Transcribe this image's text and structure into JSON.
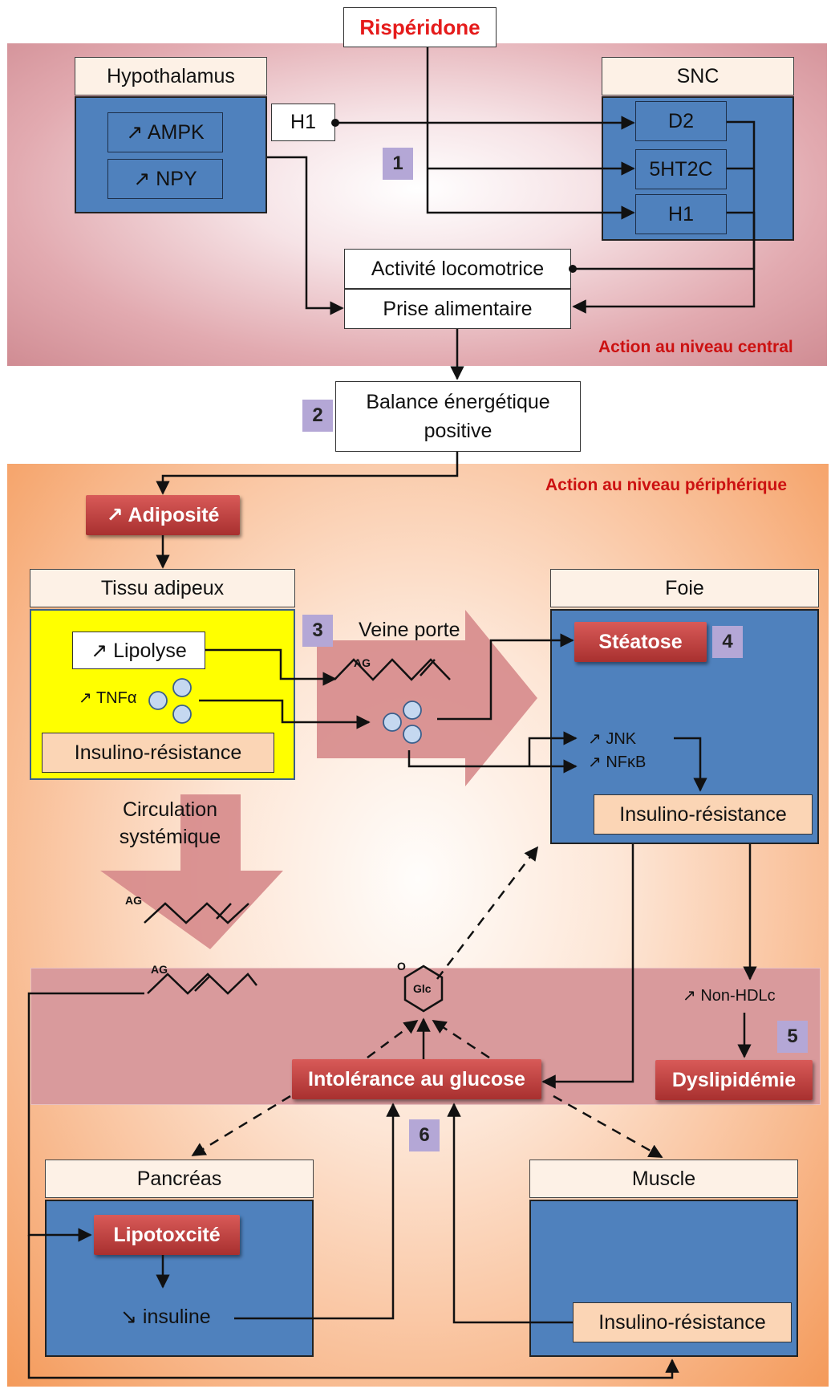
{
  "title": "Rispéridone",
  "regions": {
    "central": "Action au niveau central",
    "peripheral": "Action au niveau périphérique"
  },
  "central": {
    "hypothalamus": "Hypothalamus",
    "ampk": "↗ AMPK",
    "npy": "↗ NPY",
    "h1_left": "H1",
    "snc": "SNC",
    "d2": "D2",
    "ht2c": "5HT2C",
    "h1_right": "H1",
    "activity": "Activité locomotrice",
    "food_intake": "Prise alimentaire"
  },
  "balance": {
    "line1": "Balance énergétique",
    "line2": "positive"
  },
  "peripheral": {
    "adiposity": "↗ Adiposité",
    "adipose_tissue": "Tissu adipeux",
    "lipolysis": "↗ Lipolyse",
    "tnfa": "↗ TNFα",
    "insulin_resistance_adipose": "Insulino-résistance",
    "portal_vein": "Veine porte",
    "fatty_acid": "AG",
    "liver": "Foie",
    "steatosis": "Stéatose",
    "jnk": "↗ JNK",
    "nfkb": "↗ NFκB",
    "insulin_resistance_liver": "Insulino-résistance",
    "systemic_line1": "Circulation",
    "systemic_line2": "systémique",
    "glc_o": "O",
    "glc": "Glc",
    "non_hdl": "↗ Non-HDLc",
    "glucose_intolerance": "Intolérance au glucose",
    "dyslipidemia": "Dyslipidémie",
    "pancreas": "Pancréas",
    "lipotoxicity": "Lipotoxcité",
    "insulin_down": "↘ insuline",
    "muscle": "Muscle",
    "insulin_resistance_muscle": "Insulino-résistance"
  },
  "step_numbers": [
    "1",
    "2",
    "3",
    "4",
    "5",
    "6"
  ],
  "colors": {
    "central_region": "#d08c93",
    "peripheral_region": "#f49a5a",
    "blue_panel": "#4f81bd",
    "yellow_panel": "#ffff00",
    "peach_box": "#fbd5b5",
    "red_button": "#c0504d",
    "number_badge": "#b4a7d6",
    "label_red": "#cc1111",
    "vessel_arrow": "#d68a8b"
  }
}
